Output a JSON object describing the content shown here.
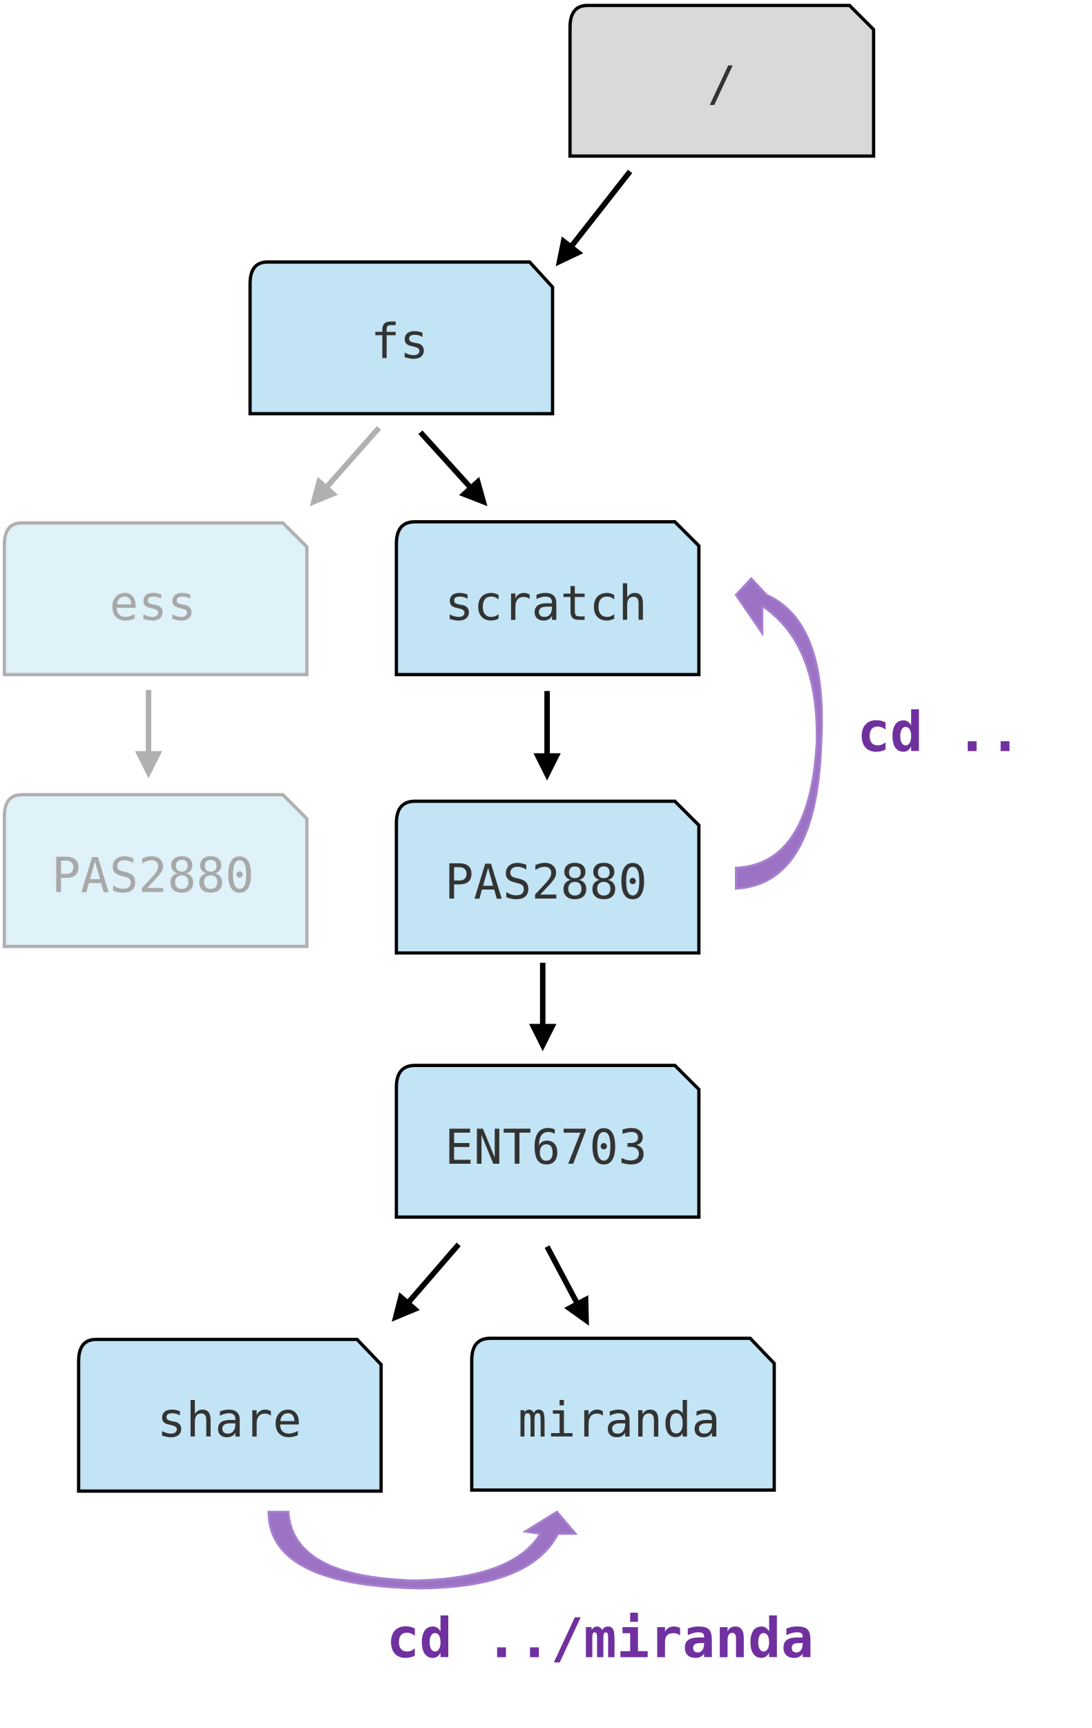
{
  "nodes": [
    {
      "id": "root",
      "label": "/",
      "state": "root"
    },
    {
      "id": "fs",
      "label": "fs",
      "state": "active"
    },
    {
      "id": "ess",
      "label": "ess",
      "state": "inactive"
    },
    {
      "id": "scratch",
      "label": "scratch",
      "state": "active"
    },
    {
      "id": "ess_pas2880",
      "label": "PAS2880",
      "state": "inactive"
    },
    {
      "id": "pas2880",
      "label": "PAS2880",
      "state": "active"
    },
    {
      "id": "ent6703",
      "label": "ENT6703",
      "state": "active"
    },
    {
      "id": "share",
      "label": "share",
      "state": "active"
    },
    {
      "id": "miranda",
      "label": "miranda",
      "state": "active"
    }
  ],
  "edges": [
    {
      "from": "root",
      "to": "fs"
    },
    {
      "from": "fs",
      "to": "ess",
      "state": "inactive"
    },
    {
      "from": "fs",
      "to": "scratch"
    },
    {
      "from": "ess",
      "to": "ess_pas2880",
      "state": "inactive"
    },
    {
      "from": "scratch",
      "to": "pas2880"
    },
    {
      "from": "pas2880",
      "to": "ent6703"
    },
    {
      "from": "ent6703",
      "to": "share"
    },
    {
      "from": "ent6703",
      "to": "miranda"
    }
  ],
  "commands": [
    {
      "label": "cd ..",
      "from": "pas2880",
      "to": "scratch"
    },
    {
      "label": "cd ../miranda",
      "from": "share",
      "to": "miranda"
    }
  ],
  "colors": {
    "root_fill": "#d9d9d9",
    "active_fill": "#c2e4f4",
    "inactive_fill": "#dff1f9",
    "inactive_stroke": "#b0b0b0",
    "text": "#333333",
    "inactive_text": "#a8a8a8",
    "command": "#7030a0",
    "command_arrow": "#9b72c4"
  }
}
